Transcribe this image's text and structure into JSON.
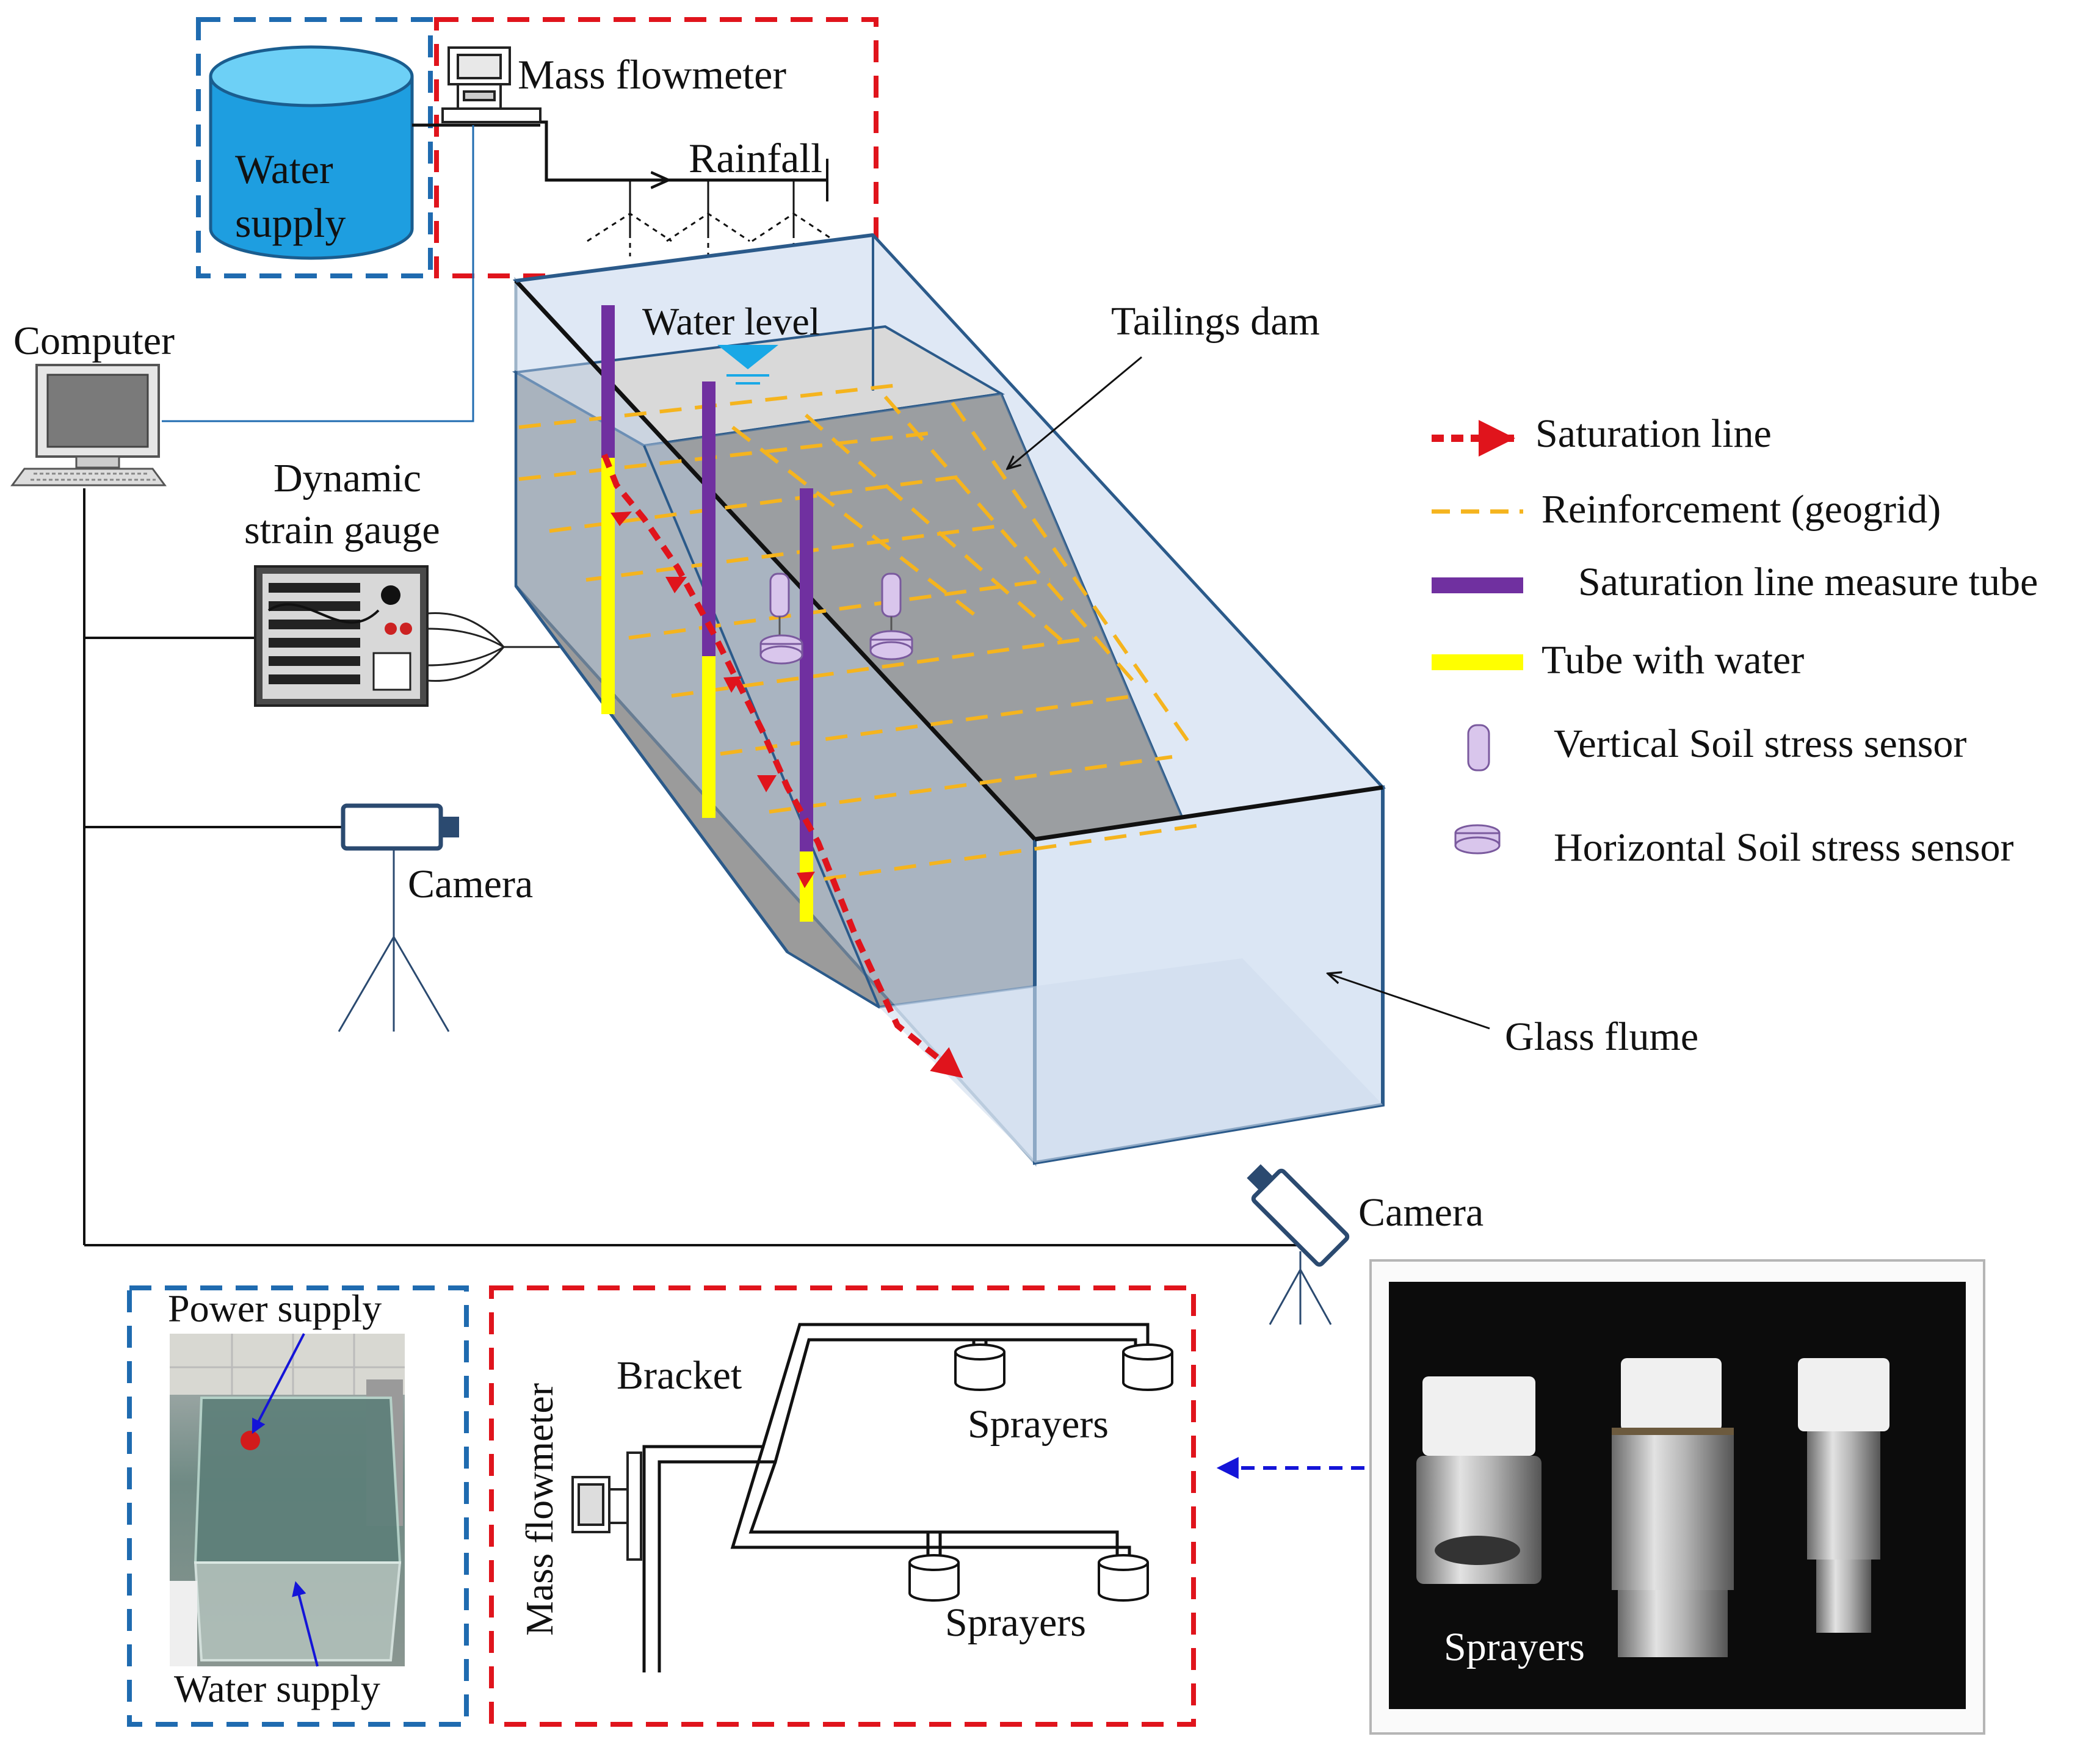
{
  "labels": {
    "water_supply_line1": "Water",
    "water_supply_line2": "supply",
    "mass_flowmeter_top": "Mass  flowmeter",
    "rainfall": "Rainfall",
    "computer": "Computer",
    "water_level": "Water  level",
    "tailings_dam": "Tailings  dam",
    "dynamic_line1": "Dynamic",
    "dynamic_line2": "strain gauge",
    "camera_left": "Camera",
    "glass_flume": "Glass flume",
    "camera_bottom": "Camera",
    "power_supply": "Power supply",
    "water_supply_bottom": "Water supply",
    "mass_flowmeter_bottom": "Mass  flowmeter",
    "bracket": "Bracket",
    "sprayers_top": "Sprayers",
    "sprayers_bottom": "Sprayers",
    "sprayers_photo": "Sprayers"
  },
  "legend": [
    {
      "key": "saturation",
      "label": "Saturation line"
    },
    {
      "key": "reinforcement",
      "label": "Reinforcement (geogrid)"
    },
    {
      "key": "tube",
      "label": "Saturation line measure tube"
    },
    {
      "key": "water_tube",
      "label": "Tube with water"
    },
    {
      "key": "vertical_sensor",
      "label": "Vertical  Soil stress sensor"
    },
    {
      "key": "horizontal_sensor",
      "label": "Horizontal  Soil stress sensor"
    }
  ],
  "colors": {
    "red_dash": "#e0141c",
    "blue_dash": "#1f6bb0",
    "geogrid": "#f5b41e",
    "tube_purple": "#7030a0",
    "tube_yellow": "#ffff00",
    "sensor": "#d9c6ec",
    "tank_blue": "#1e9ee0",
    "flume_glass": "#d5e3f3",
    "soil_grey": "#9b9b9b"
  },
  "icons": [
    "computer-icon",
    "camera-icon",
    "water-tank-icon",
    "mass-flowmeter-icon",
    "sprayer-icon"
  ]
}
